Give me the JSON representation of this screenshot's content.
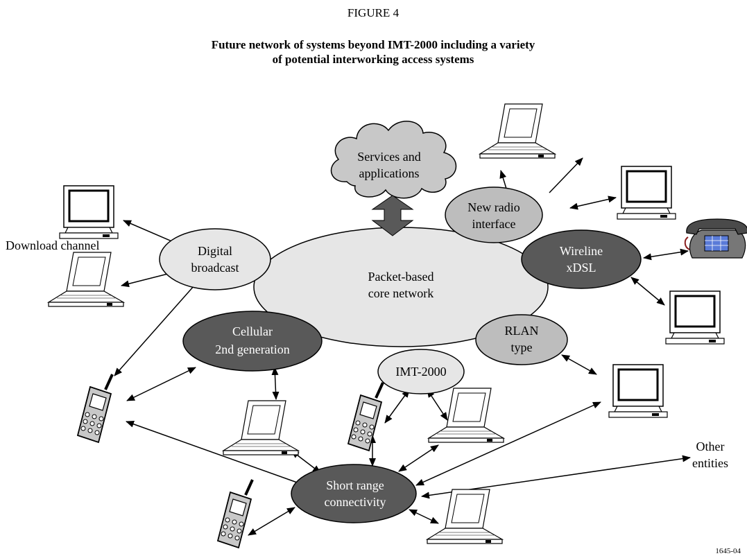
{
  "figure": {
    "number": "FIGURE 4",
    "title_line1": "Future network of systems beyond IMT-2000 including a variety",
    "title_line2": "of potential interworking access systems",
    "ref": "1645-04"
  },
  "nodes": {
    "services": {
      "line1": "Services and",
      "line2": "applications"
    },
    "core": {
      "line1": "Packet-based",
      "line2": "core network"
    },
    "new_radio": {
      "line1": "New radio",
      "line2": "interface"
    },
    "digital": {
      "line1": "Digital",
      "line2": "broadcast"
    },
    "wireline": {
      "line1": "Wireline",
      "line2": "xDSL"
    },
    "cellular": {
      "line1": "Cellular",
      "line2": "2nd generation"
    },
    "rlan": {
      "line1": "RLAN",
      "line2": "type"
    },
    "imt": {
      "line1": "IMT-2000"
    },
    "short_range": {
      "line1": "Short range",
      "line2": "connectivity"
    }
  },
  "labels": {
    "download_channel": "Download channel",
    "other_entities_1": "Other",
    "other_entities_2": "entities"
  },
  "colors": {
    "light": "#e6e6e6",
    "medium": "#bdbdbd",
    "dark": "#595959",
    "cloud": "#c8c8c8",
    "phone_body": "#c8c8c8",
    "tel_keypad": "#5a7bd8",
    "tel_body": "#777777"
  }
}
